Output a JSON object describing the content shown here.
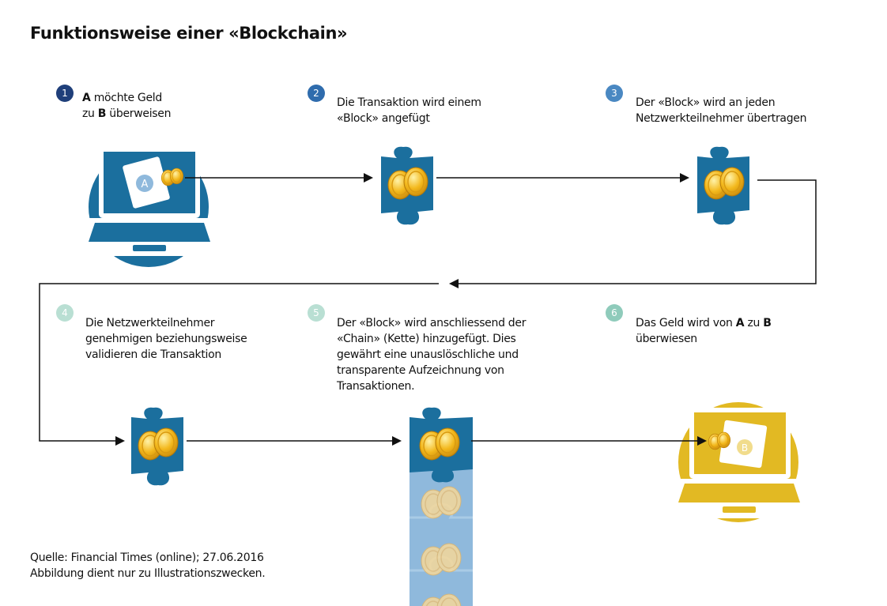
{
  "title": "Funktionsweise einer «Blockchain»",
  "colors": {
    "step1": "#1f3f7a",
    "step2": "#2f6cad",
    "step3": "#4a88c2",
    "step4": "#b9dfd3",
    "step5": "#b9dfd3",
    "step6": "#8fcbbb",
    "block_blue": "#1b6f9e",
    "chain_light": "#8fb9dc",
    "gold": "#e2b923",
    "coin": "#f3b81c"
  },
  "steps": [
    {
      "num": "1",
      "line1_label": "A",
      "line1_text": " möchte Geld",
      "line2_pre": "zu ",
      "line2_label": "B",
      "line2_text": " überweisen"
    },
    {
      "num": "2",
      "line1": "Die Transaktion wird einem",
      "line2": "«Block» angefügt"
    },
    {
      "num": "3",
      "line1": "Der «Block» wird an jeden",
      "line2": "Netzwerkteilnehmer übertragen"
    },
    {
      "num": "4",
      "line1": "Die Netzwerkteilnehmer",
      "line2": "genehmigen beziehungsweise",
      "line3": "validieren die Transaktion"
    },
    {
      "num": "5",
      "line1": "Der «Block» wird anschliessend der",
      "line2": "«Chain» (Kette) hinzugefügt. Dies",
      "line3": "gewährt eine unauslöschliche und",
      "line4": "transparente Aufzeichnung von",
      "line5": "Transaktionen."
    },
    {
      "num": "6",
      "line1_pre": "Das Geld wird von ",
      "line1_label_a": "A",
      "line1_mid": " zu ",
      "line1_label_b": "B",
      "line2": "überwiesen"
    }
  ],
  "wallet_a_label": "A",
  "wallet_b_label": "B",
  "source": {
    "line1": "Quelle: Financial Times (online); 27.06.2016",
    "line2": "Abbildung dient nur zu Illustrationszwecken."
  }
}
